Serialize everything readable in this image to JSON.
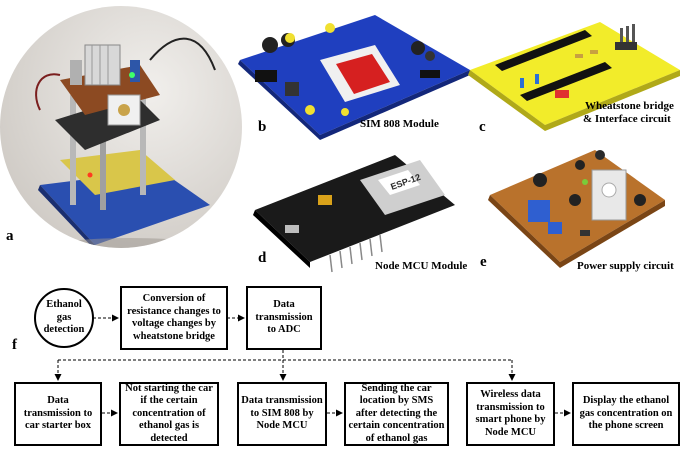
{
  "panels": {
    "a": {
      "label": "a"
    },
    "b": {
      "label": "b",
      "caption": "SIM 808 Module"
    },
    "c": {
      "label": "c",
      "caption_line1": "Wheatstone bridge",
      "caption_line2": "& Interface circuit"
    },
    "d": {
      "label": "d",
      "caption": "Node MCU Module"
    },
    "e": {
      "label": "e",
      "caption": "Power supply circuit"
    },
    "f": {
      "label": "f"
    }
  },
  "flow": {
    "detect": "Ethanol gas detection",
    "convert": "Conversion of resistance changes to voltage changes by wheatstone bridge",
    "adc": "Data transmission to ADC",
    "starter": "Data transmission to car starter box",
    "not_start": "Not starting the car if the certain concentration of ethanol gas is detected",
    "sim": "Data transmission to SIM 808 by Node MCU",
    "sms": "Sending the car location by SMS after detecting the certain concentration of ethanol gas",
    "wireless": "Wireless data transmission to smart phone by Node MCU",
    "display": "Display the ethanol gas concentration on the phone screen"
  },
  "board_texts": {
    "nodemcu_chip": "ESP-12"
  },
  "colors": {
    "pcb_blue": "#1f3fbf",
    "pcb_yellow": "#f2ec2a",
    "pcb_black": "#1a1a1a",
    "pcb_brown": "#b9722c",
    "photo_bg": "#e9e6e2"
  }
}
